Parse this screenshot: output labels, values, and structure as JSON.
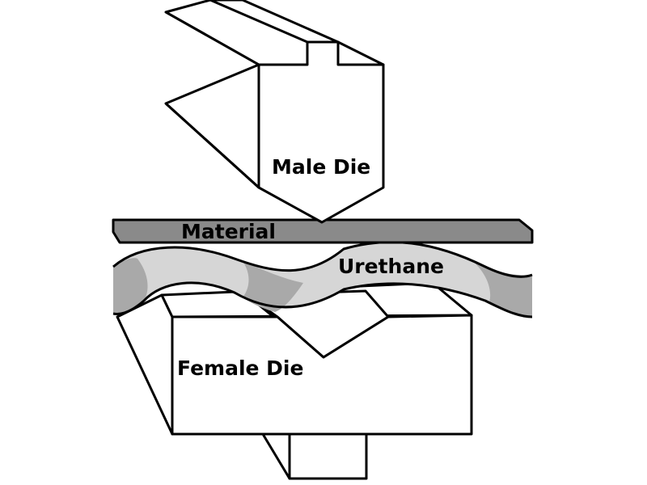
{
  "labels": {
    "male_die": "Male Die",
    "material": "Material",
    "urethane": "Urethane",
    "female_die": "Female Die"
  },
  "colors": {
    "outline": "#000000",
    "die_fill": "#ffffff",
    "material_fill": "#8a8a8a",
    "urethane_light": "#d6d6d6",
    "urethane_dark": "#a9a9a9",
    "background": "#ffffff"
  }
}
